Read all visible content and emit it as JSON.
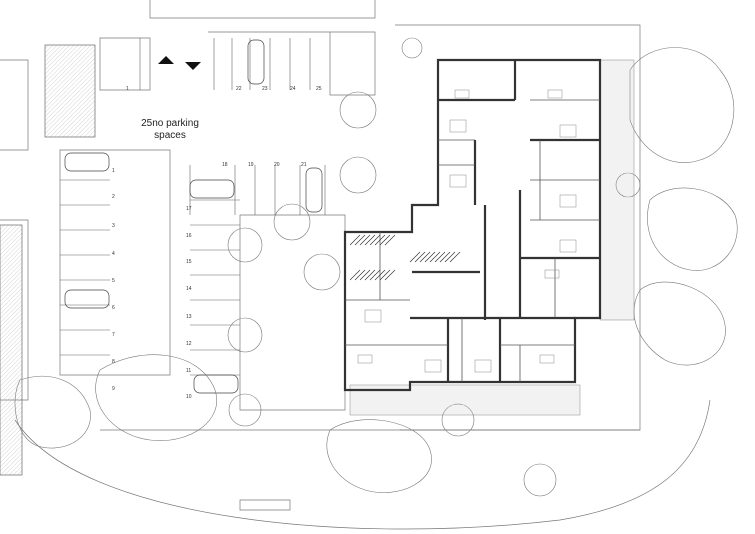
{
  "site_plan": {
    "parking_label_line1": "25no parking",
    "parking_label_line2": "spaces"
  },
  "bay_numbers": {
    "top_row": [
      "1",
      "22",
      "23",
      "24",
      "25"
    ],
    "middle_row": [
      "18",
      "19",
      "20",
      "21"
    ],
    "left_column": [
      "1",
      "2",
      "3",
      "4",
      "5",
      "6",
      "7",
      "8",
      "9"
    ],
    "centre_column": [
      "17",
      "16",
      "15",
      "14",
      "13",
      "12",
      "11",
      "10"
    ]
  },
  "colors": {
    "line": "#555555",
    "wall": "#333333",
    "hatch": "#999999"
  }
}
